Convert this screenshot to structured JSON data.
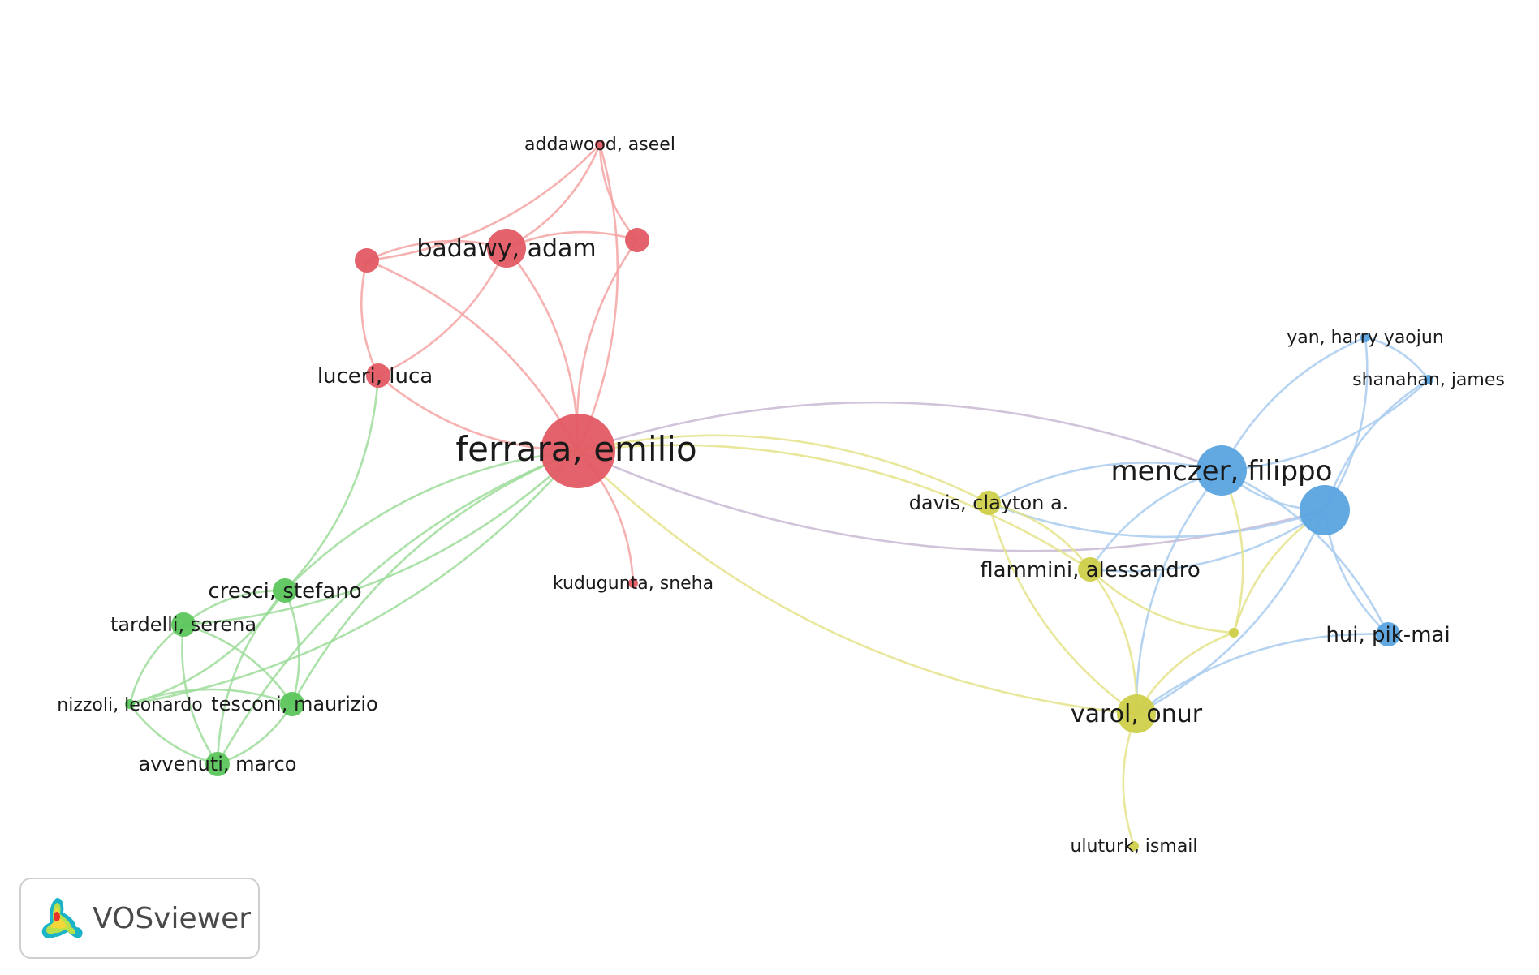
{
  "app": {
    "name": "VOSviewer"
  },
  "colors": {
    "red": "#e35a63",
    "green": "#5cc65c",
    "blue": "#5aa4e0",
    "yellow": "#cfcf4a",
    "edge_red": "#f5a3a3",
    "edge_green": "#9ddc9a",
    "edge_blue": "#a9cdee",
    "edge_yellow": "#e4e38a",
    "edge_mixed": "#c9b9d3"
  },
  "nodes": [
    {
      "id": "ferrara",
      "label": "ferrara, emilio",
      "cluster": "red",
      "size": "xl"
    },
    {
      "id": "badawy",
      "label": "badawy, adam",
      "cluster": "red",
      "size": "m"
    },
    {
      "id": "luceri",
      "label": "luceri, luca",
      "cluster": "red",
      "size": "s"
    },
    {
      "id": "addawood",
      "label": "addawood, aseel",
      "cluster": "red",
      "size": "xs"
    },
    {
      "id": "kudugunta",
      "label": "kudugunta, sneha",
      "cluster": "red",
      "size": "xs"
    },
    {
      "id": "red_a",
      "label": "",
      "cluster": "red",
      "size": "s"
    },
    {
      "id": "red_b",
      "label": "",
      "cluster": "red",
      "size": "s"
    },
    {
      "id": "menczer",
      "label": "menczer, filippo",
      "cluster": "blue",
      "size": "l"
    },
    {
      "id": "blue_a",
      "label": "",
      "cluster": "blue",
      "size": "l"
    },
    {
      "id": "hui",
      "label": "hui, pik-mai",
      "cluster": "blue",
      "size": "s"
    },
    {
      "id": "yan",
      "label": "yan, harry yaojun",
      "cluster": "blue",
      "size": "xs"
    },
    {
      "id": "shanahan",
      "label": "shanahan, james",
      "cluster": "blue",
      "size": "xs"
    },
    {
      "id": "varol",
      "label": "varol, onur",
      "cluster": "yellow",
      "size": "m"
    },
    {
      "id": "flammini",
      "label": "flammini, alessandro",
      "cluster": "yellow",
      "size": "s"
    },
    {
      "id": "davis",
      "label": "davis, clayton a.",
      "cluster": "yellow",
      "size": "s"
    },
    {
      "id": "uluturk",
      "label": "uluturk, ismail",
      "cluster": "yellow",
      "size": "xs"
    },
    {
      "id": "yellow_a",
      "label": "",
      "cluster": "yellow",
      "size": "xs"
    },
    {
      "id": "cresci",
      "label": "cresci, stefano",
      "cluster": "green",
      "size": "s"
    },
    {
      "id": "tardelli",
      "label": "tardelli, serena",
      "cluster": "green",
      "size": "s"
    },
    {
      "id": "nizzoli",
      "label": "nizzoli, leonardo",
      "cluster": "green",
      "size": "xs"
    },
    {
      "id": "tesconi",
      "label": "tesconi, maurizio",
      "cluster": "green",
      "size": "s"
    },
    {
      "id": "avvenuti",
      "label": "avvenuti, marco",
      "cluster": "green",
      "size": "s"
    }
  ],
  "edges": [
    {
      "from": "ferrara",
      "to": "badawy",
      "color": "edge_red"
    },
    {
      "from": "ferrara",
      "to": "luceri",
      "color": "edge_red"
    },
    {
      "from": "ferrara",
      "to": "red_a",
      "color": "edge_red"
    },
    {
      "from": "ferrara",
      "to": "red_b",
      "color": "edge_red"
    },
    {
      "from": "ferrara",
      "to": "addawood",
      "color": "edge_red"
    },
    {
      "from": "ferrara",
      "to": "kudugunta",
      "color": "edge_red"
    },
    {
      "from": "badawy",
      "to": "red_a",
      "color": "edge_red"
    },
    {
      "from": "badawy",
      "to": "red_b",
      "color": "edge_red"
    },
    {
      "from": "badawy",
      "to": "addawood",
      "color": "edge_red"
    },
    {
      "from": "badawy",
      "to": "luceri",
      "color": "edge_red"
    },
    {
      "from": "red_a",
      "to": "luceri",
      "color": "edge_red"
    },
    {
      "from": "red_b",
      "to": "addawood",
      "color": "edge_red"
    },
    {
      "from": "red_a",
      "to": "addawood",
      "color": "edge_red"
    },
    {
      "from": "ferrara",
      "to": "menczer",
      "color": "edge_mixed"
    },
    {
      "from": "ferrara",
      "to": "blue_a",
      "color": "edge_mixed"
    },
    {
      "from": "ferrara",
      "to": "flammini",
      "color": "edge_yellow"
    },
    {
      "from": "ferrara",
      "to": "varol",
      "color": "edge_yellow"
    },
    {
      "from": "ferrara",
      "to": "davis",
      "color": "edge_yellow"
    },
    {
      "from": "ferrara",
      "to": "cresci",
      "color": "edge_green"
    },
    {
      "from": "ferrara",
      "to": "tardelli",
      "color": "edge_green"
    },
    {
      "from": "ferrara",
      "to": "tesconi",
      "color": "edge_green"
    },
    {
      "from": "ferrara",
      "to": "nizzoli",
      "color": "edge_green"
    },
    {
      "from": "ferrara",
      "to": "avvenuti",
      "color": "edge_green"
    },
    {
      "from": "luceri",
      "to": "cresci",
      "color": "edge_green"
    },
    {
      "from": "cresci",
      "to": "tardelli",
      "color": "edge_green"
    },
    {
      "from": "cresci",
      "to": "tesconi",
      "color": "edge_green"
    },
    {
      "from": "cresci",
      "to": "avvenuti",
      "color": "edge_green"
    },
    {
      "from": "cresci",
      "to": "nizzoli",
      "color": "edge_green"
    },
    {
      "from": "tardelli",
      "to": "avvenuti",
      "color": "edge_green"
    },
    {
      "from": "tardelli",
      "to": "tesconi",
      "color": "edge_green"
    },
    {
      "from": "tardelli",
      "to": "nizzoli",
      "color": "edge_green"
    },
    {
      "from": "nizzoli",
      "to": "tesconi",
      "color": "edge_green"
    },
    {
      "from": "nizzoli",
      "to": "avvenuti",
      "color": "edge_green"
    },
    {
      "from": "tesconi",
      "to": "avvenuti",
      "color": "edge_green"
    },
    {
      "from": "menczer",
      "to": "blue_a",
      "color": "edge_blue"
    },
    {
      "from": "menczer",
      "to": "yan",
      "color": "edge_blue"
    },
    {
      "from": "menczer",
      "to": "shanahan",
      "color": "edge_blue"
    },
    {
      "from": "menczer",
      "to": "hui",
      "color": "edge_blue"
    },
    {
      "from": "blue_a",
      "to": "yan",
      "color": "edge_blue"
    },
    {
      "from": "blue_a",
      "to": "shanahan",
      "color": "edge_blue"
    },
    {
      "from": "blue_a",
      "to": "hui",
      "color": "edge_blue"
    },
    {
      "from": "yan",
      "to": "shanahan",
      "color": "edge_blue"
    },
    {
      "from": "menczer",
      "to": "varol",
      "color": "edge_blue"
    },
    {
      "from": "blue_a",
      "to": "varol",
      "color": "edge_blue"
    },
    {
      "from": "menczer",
      "to": "davis",
      "color": "edge_blue"
    },
    {
      "from": "blue_a",
      "to": "davis",
      "color": "edge_blue"
    },
    {
      "from": "menczer",
      "to": "flammini",
      "color": "edge_blue"
    },
    {
      "from": "blue_a",
      "to": "flammini",
      "color": "edge_blue"
    },
    {
      "from": "hui",
      "to": "varol",
      "color": "edge_blue"
    },
    {
      "from": "menczer",
      "to": "yellow_a",
      "color": "edge_yellow"
    },
    {
      "from": "blue_a",
      "to": "yellow_a",
      "color": "edge_yellow"
    },
    {
      "from": "flammini",
      "to": "varol",
      "color": "edge_yellow"
    },
    {
      "from": "flammini",
      "to": "davis",
      "color": "edge_yellow"
    },
    {
      "from": "varol",
      "to": "davis",
      "color": "edge_yellow"
    },
    {
      "from": "flammini",
      "to": "yellow_a",
      "color": "edge_yellow"
    },
    {
      "from": "varol",
      "to": "yellow_a",
      "color": "edge_yellow"
    },
    {
      "from": "varol",
      "to": "uluturk",
      "color": "edge_yellow"
    }
  ]
}
